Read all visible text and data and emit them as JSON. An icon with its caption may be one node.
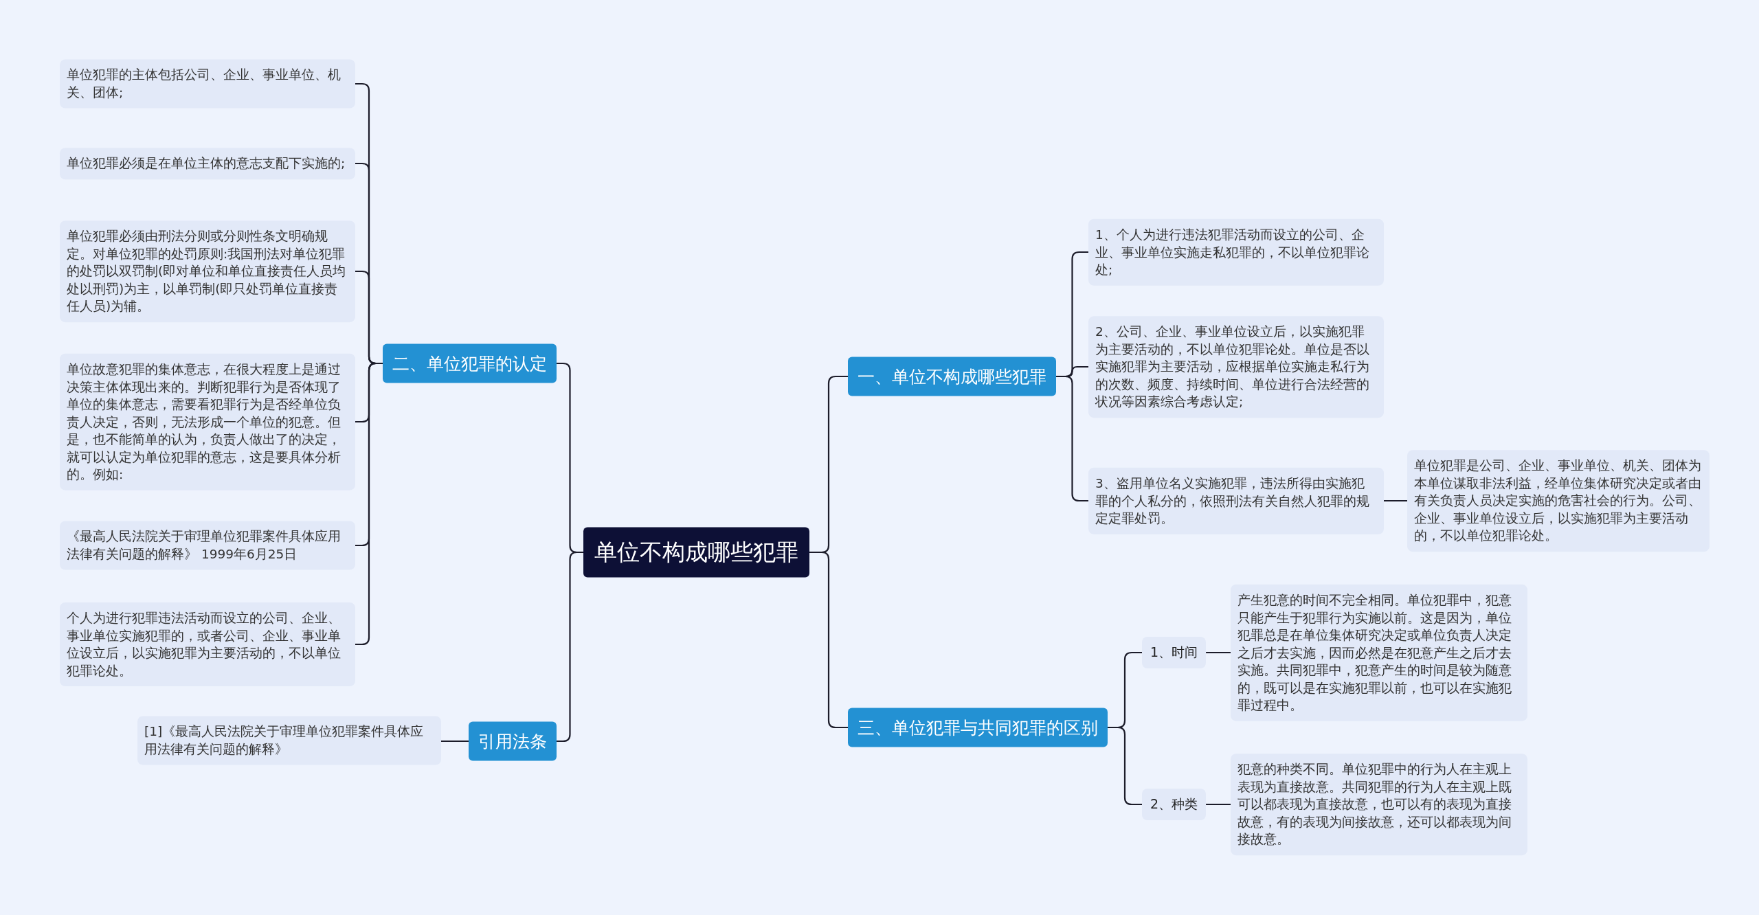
{
  "diagram": {
    "nodes": [
      {
        "text": [
          "单位不构成哪些犯罪"
        ]
      },
      {
        "text": [
          "二、单位犯罪的认定"
        ]
      },
      {
        "text": [
          "单位犯罪的主体包括公司、企业、事业单位、机关、团体;"
        ]
      },
      {
        "text": [
          "单位犯罪必须是在单位主体的意志支配下实施的;"
        ]
      },
      {
        "text": [
          "单位犯罪必须由刑法分则或分则性条文明确规定。对单位犯罪的处罚原则:我国刑法对单位犯罪的处罚以双罚制(即对单位和单位直接责任人员均处以刑罚)为主，以单罚制(即只处罚单位直接责任人员)为辅。"
        ]
      },
      {
        "text": [
          "单位故意犯罪的集体意志，在很大程度上是通过决策主体体现出来的。判断犯罪行为是否体现了单位的集体意志，需要看犯罪行为是否经单位负责人决定，否则，无法形成一个单位的犯意。但是，也不能简单的认为，负责人做出了的决定，就可以认定为单位犯罪的意志，这是要具体分析的。例如:"
        ]
      },
      {
        "text": [
          "《最高人民法院关于审理单位犯罪案件具体应用法律有关问题的解释》 1999年6月25日"
        ]
      },
      {
        "text": [
          "个人为进行犯罪违法活动而设立的公司、企业、事业单位实施犯罪的，或者公司、企业、事业单位设立后，以实施犯罪为主要活动的，不以单位犯罪论处。"
        ]
      },
      {
        "text": [
          "引用法条"
        ]
      },
      {
        "text": [
          "[1]《最高人民法院关于审理单位犯罪案件具体应用法律有关问题的解释》"
        ]
      },
      {
        "text": [
          "一、单位不构成哪些犯罪"
        ]
      },
      {
        "text": [
          "1、个人为进行违法犯罪活动而设立的公司、企业、事业单位实施走私犯罪的，不以单位犯罪论处;"
        ]
      },
      {
        "text": [
          "2、公司、企业、事业单位设立后，以实施犯罪为主要活动的，不以单位犯罪论处。单位是否以实施犯罪为主要活动，应根据单位实施走私行为的次数、频度、持续时间、单位进行合法经营的状况等因素综合考虑认定;"
        ]
      },
      {
        "text": [
          "3、盗用单位名义实施犯罪，违法所得由实施犯罪的个人私分的，依照刑法有关自然人犯罪的规定定罪处罚。"
        ]
      },
      {
        "text": [
          "单位犯罪是公司、企业、事业单位、机关、团体为本单位谋取非法利益，经单位集体研究决定或者由有关负责人员决定实施的危害社会的行为。公司、企业、事业单位设立后，以实施犯罪为主要活动的，不以单位犯罪论处。"
        ]
      },
      {
        "text": [
          "三、单位犯罪与共同犯罪的区别"
        ]
      },
      {
        "text": [
          "1、时间"
        ]
      },
      {
        "text": [
          "产生犯意的时间不完全相同。单位犯罪中，犯意只能产生于犯罪行为实施以前。这是因为，单位犯罪总是在单位集体研究决定或单位负责人决定之后才去实施，因而必然是在犯意产生之后才去实施。共同犯罪中，犯意产生的时间是较为随意的，既可以是在实施犯罪以前，也可以在实施犯罪过程中。"
        ]
      },
      {
        "text": [
          "2、种类"
        ]
      },
      {
        "text": [
          "犯意的种类不同。单位犯罪中的行为人在主观上表现为直接故意。共同犯罪的行为人在主观上既可以都表现为直接故意，也可以有的表现为直接故意，有的表现为间接故意，还可以都表现为间接故意。"
        ]
      }
    ],
    "edges": [
      {
        "from": 0,
        "to": 1,
        "arrow": "none"
      },
      {
        "from": 1,
        "to": 2,
        "arrow": "none"
      },
      {
        "from": 1,
        "to": 3,
        "arrow": "none"
      },
      {
        "from": 1,
        "to": 4,
        "arrow": "none"
      },
      {
        "from": 1,
        "to": 5,
        "arrow": "none"
      },
      {
        "from": 1,
        "to": 6,
        "arrow": "none"
      },
      {
        "from": 1,
        "to": 7,
        "arrow": "none"
      },
      {
        "from": 0,
        "to": 8,
        "arrow": "none"
      },
      {
        "from": 8,
        "to": 9,
        "arrow": "none"
      },
      {
        "from": 0,
        "to": 10,
        "arrow": "none"
      },
      {
        "from": 10,
        "to": 11,
        "arrow": "none"
      },
      {
        "from": 10,
        "to": 12,
        "arrow": "none"
      },
      {
        "from": 10,
        "to": 13,
        "arrow": "none"
      },
      {
        "from": 13,
        "to": 14,
        "arrow": "none"
      },
      {
        "from": 0,
        "to": 15,
        "arrow": "none"
      },
      {
        "from": 15,
        "to": 16,
        "arrow": "none"
      },
      {
        "from": 16,
        "to": 17,
        "arrow": "none"
      },
      {
        "from": 15,
        "to": 18,
        "arrow": "none"
      },
      {
        "from": 18,
        "to": 19,
        "arrow": "none"
      }
    ]
  }
}
